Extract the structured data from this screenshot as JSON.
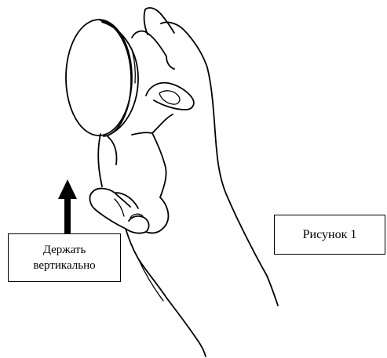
{
  "instruction_label": {
    "line1": "Держать",
    "line2": "вертикально"
  },
  "figure_caption": "Рисунок 1",
  "colors": {
    "stroke": "#000000",
    "background": "#ffffff"
  }
}
